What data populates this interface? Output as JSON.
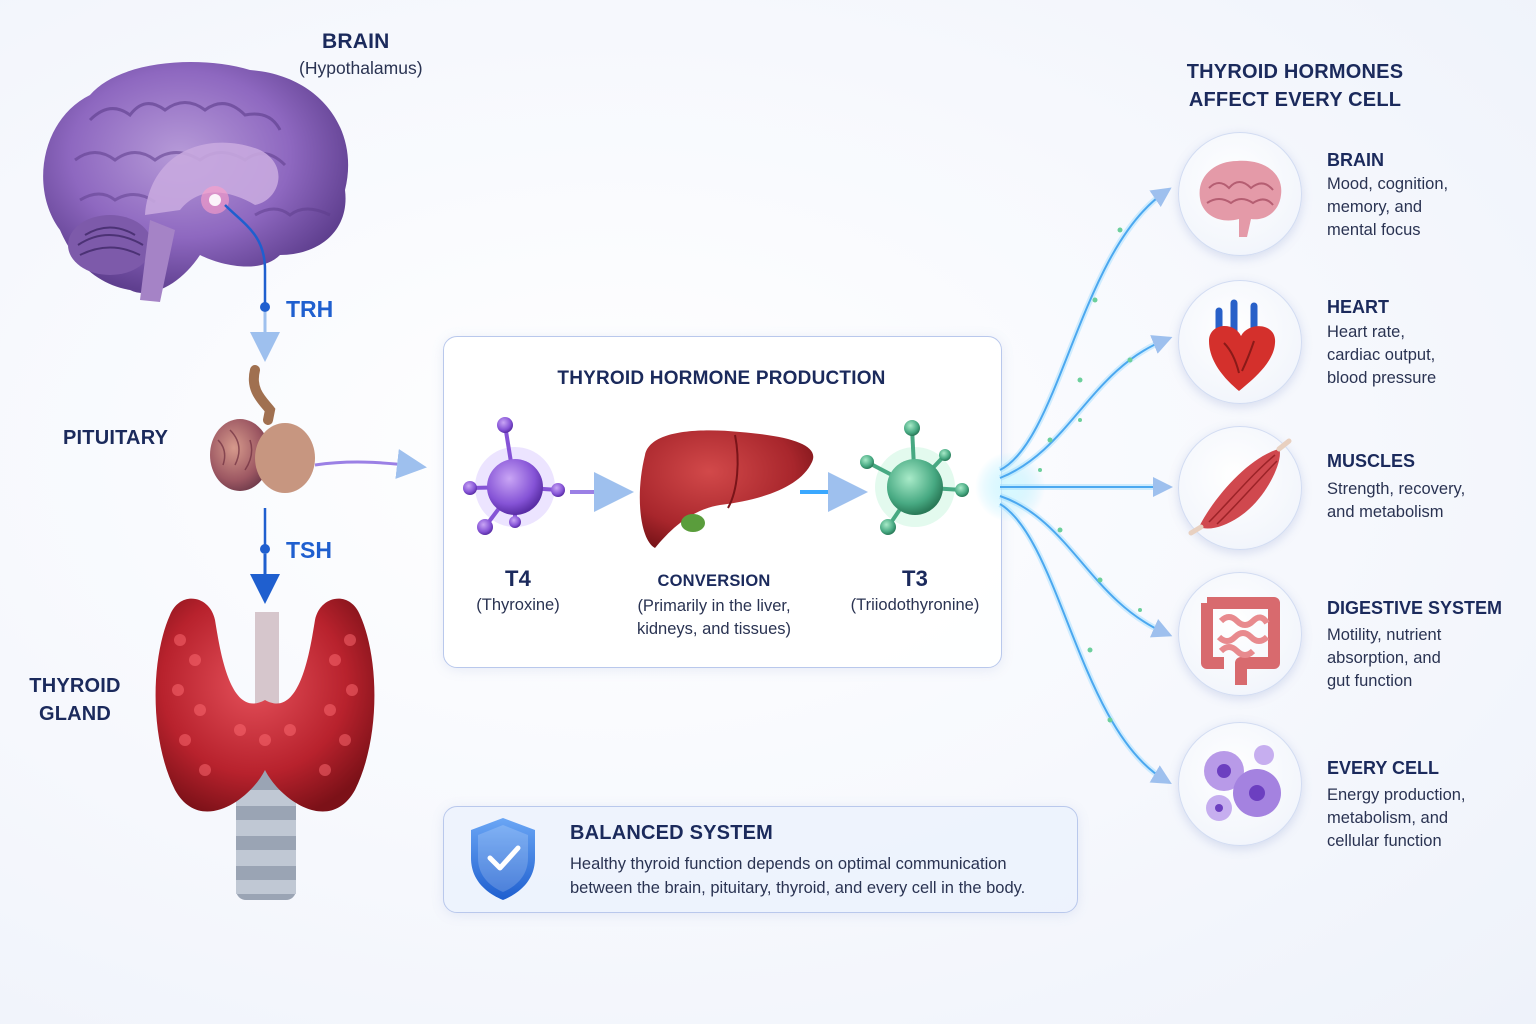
{
  "left": {
    "brain_title": "BRAIN",
    "brain_sub": "(Hypothalamus)",
    "trh": "TRH",
    "pituitary": "PITUITARY",
    "tsh": "TSH",
    "thyroid_line1": "THYROID",
    "thyroid_line2": "GLAND"
  },
  "production": {
    "title": "THYROID HORMONE PRODUCTION",
    "t4_label": "T4",
    "t4_sub": "(Thyroxine)",
    "conversion_title": "CONVERSION",
    "conversion_sub_1": "(Primarily in the liver,",
    "conversion_sub_2": "kidneys, and tissues)",
    "t3_label": "T3",
    "t3_sub": "(Triiodothyronine)"
  },
  "balanced": {
    "title": "BALANCED SYSTEM",
    "line1": "Healthy thyroid function depends on optimal communication",
    "line2": "between the brain, pituitary, thyroid, and every cell in the body."
  },
  "right": {
    "heading_1": "THYROID HORMONES",
    "heading_2": "AFFECT EVERY CELL",
    "organs": [
      {
        "title": "BRAIN",
        "desc": "Mood, cognition,\nmemory, and\nmental focus",
        "icon": "brain-icon"
      },
      {
        "title": "HEART",
        "desc": "Heart rate,\ncardiac output,\nblood pressure",
        "icon": "heart-icon"
      },
      {
        "title": "MUSCLES",
        "desc": "Strength, recovery,\nand metabolism",
        "icon": "muscle-icon"
      },
      {
        "title": "DIGESTIVE SYSTEM",
        "desc": "Motility, nutrient\nabsorption, and\ngut function",
        "icon": "intestine-icon"
      },
      {
        "title": "EVERY CELL",
        "desc": "Energy production,\nmetabolism, and\ncellular function",
        "icon": "cells-icon"
      }
    ]
  },
  "colors": {
    "navy": "#1b2a5c",
    "hormone_blue": "#1f5fcf",
    "t4_purple": "#7a4fd0",
    "t3_green": "#3fa57a",
    "organ_red": "#c9302c",
    "panel_border": "#b9c8ec"
  }
}
